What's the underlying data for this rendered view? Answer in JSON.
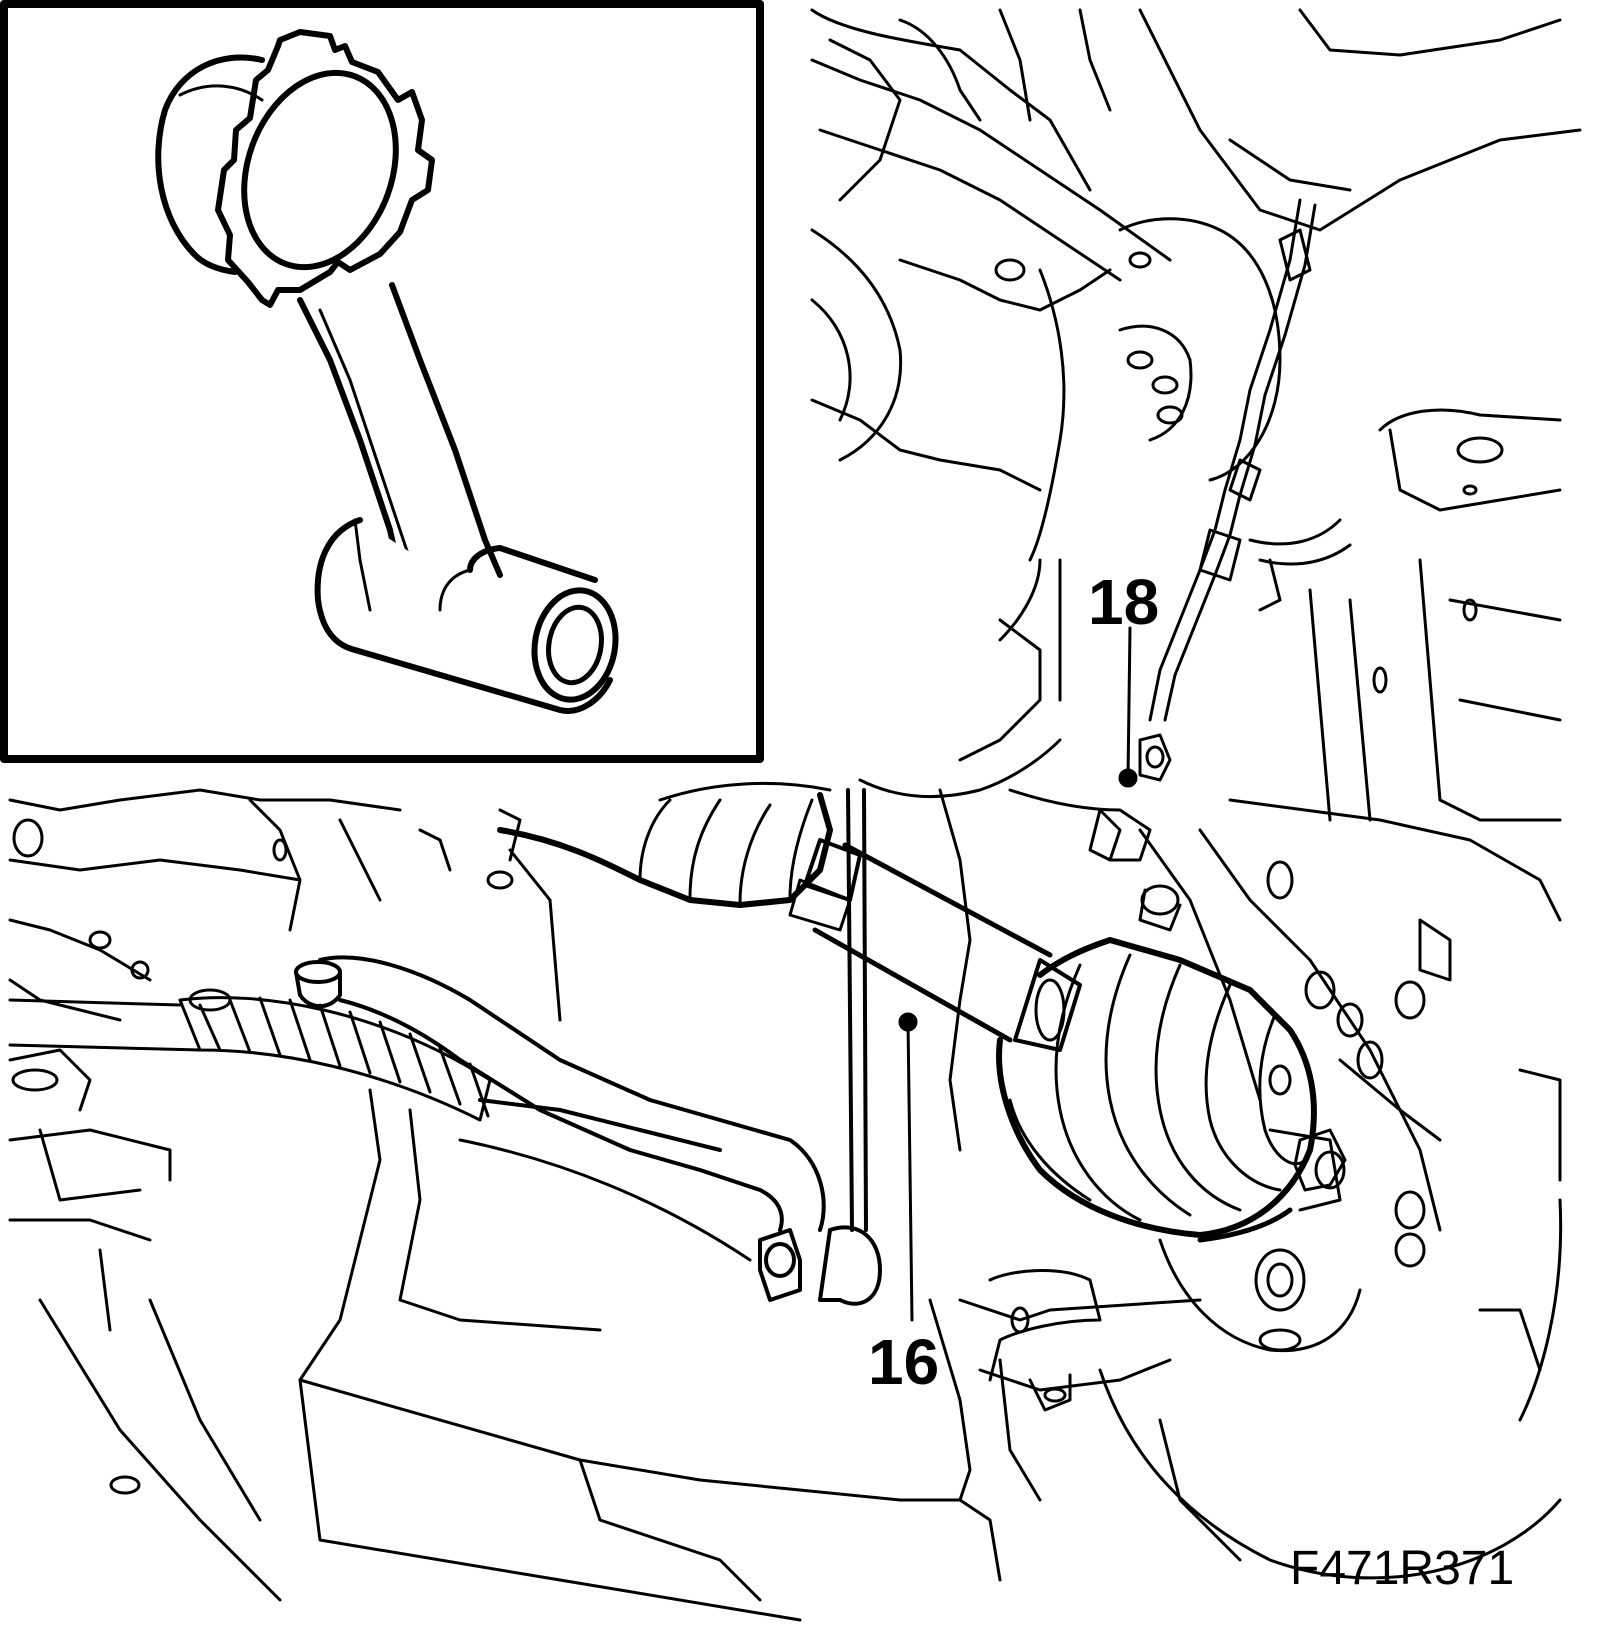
{
  "figure": {
    "code": "F471R371",
    "callouts": [
      {
        "id": "16",
        "label": "16"
      },
      {
        "id": "18",
        "label": "18"
      }
    ]
  },
  "colors": {
    "ink": "#000000",
    "paper": "#ffffff"
  }
}
